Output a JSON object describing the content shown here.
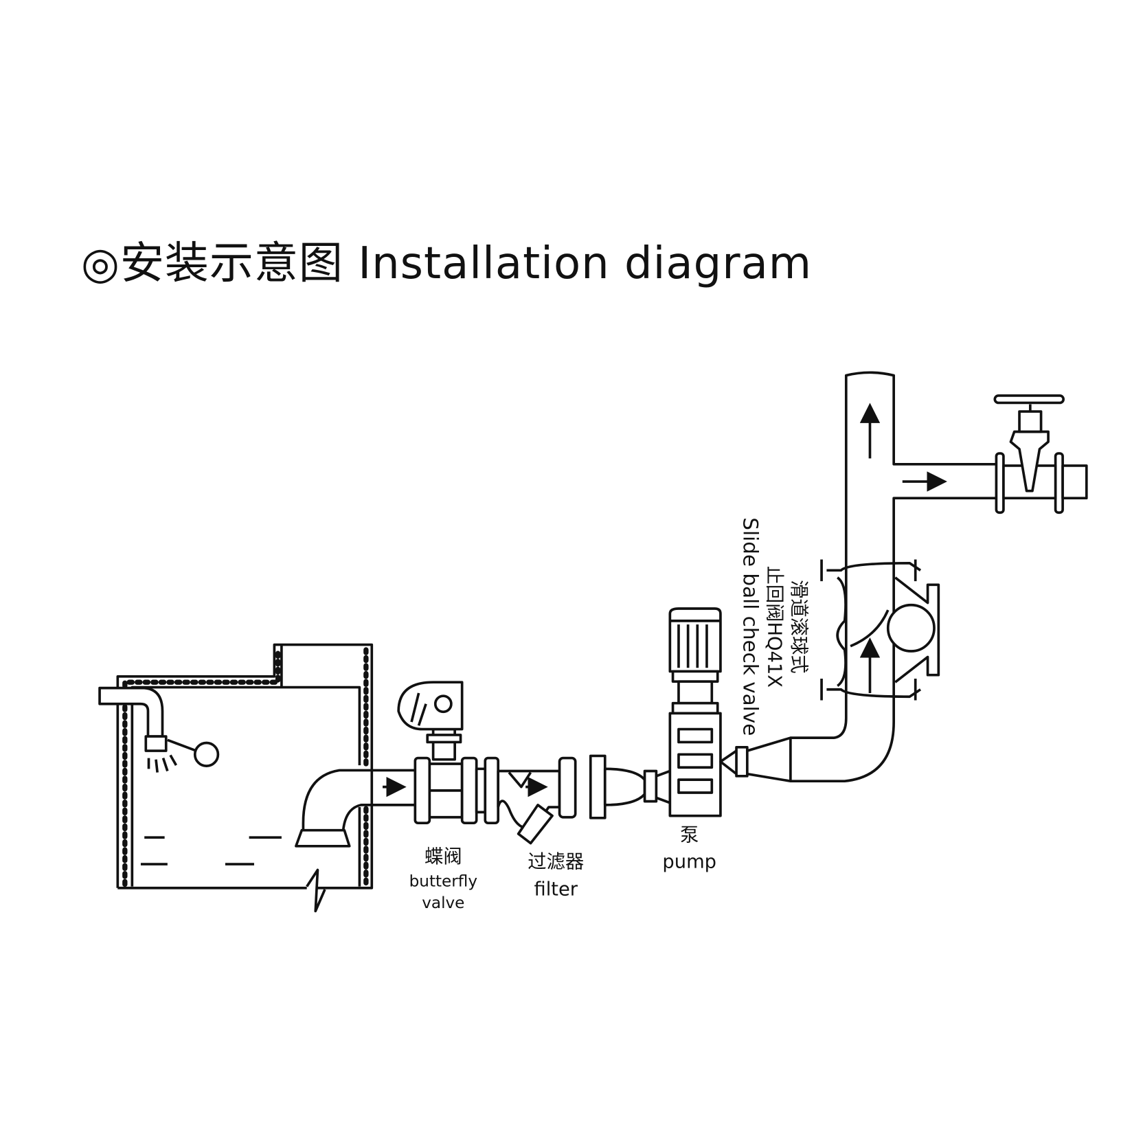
{
  "title": {
    "symbol": "◎",
    "zh": "安装示意图",
    "en": "Installation diagram"
  },
  "labels": {
    "butterfly_valve": {
      "zh": "蝶阀",
      "en1": "butterfly",
      "en2": "valve"
    },
    "filter": {
      "zh": "过滤器",
      "en": "filter"
    },
    "pump": {
      "zh": "泵",
      "en": "pump"
    },
    "check_valve": {
      "zh1": "滑道滚球式",
      "zh2": "止回阀HQ41X",
      "en": "Slide ball check valve"
    }
  },
  "colors": {
    "line": "#111111",
    "background": "#ffffff"
  }
}
